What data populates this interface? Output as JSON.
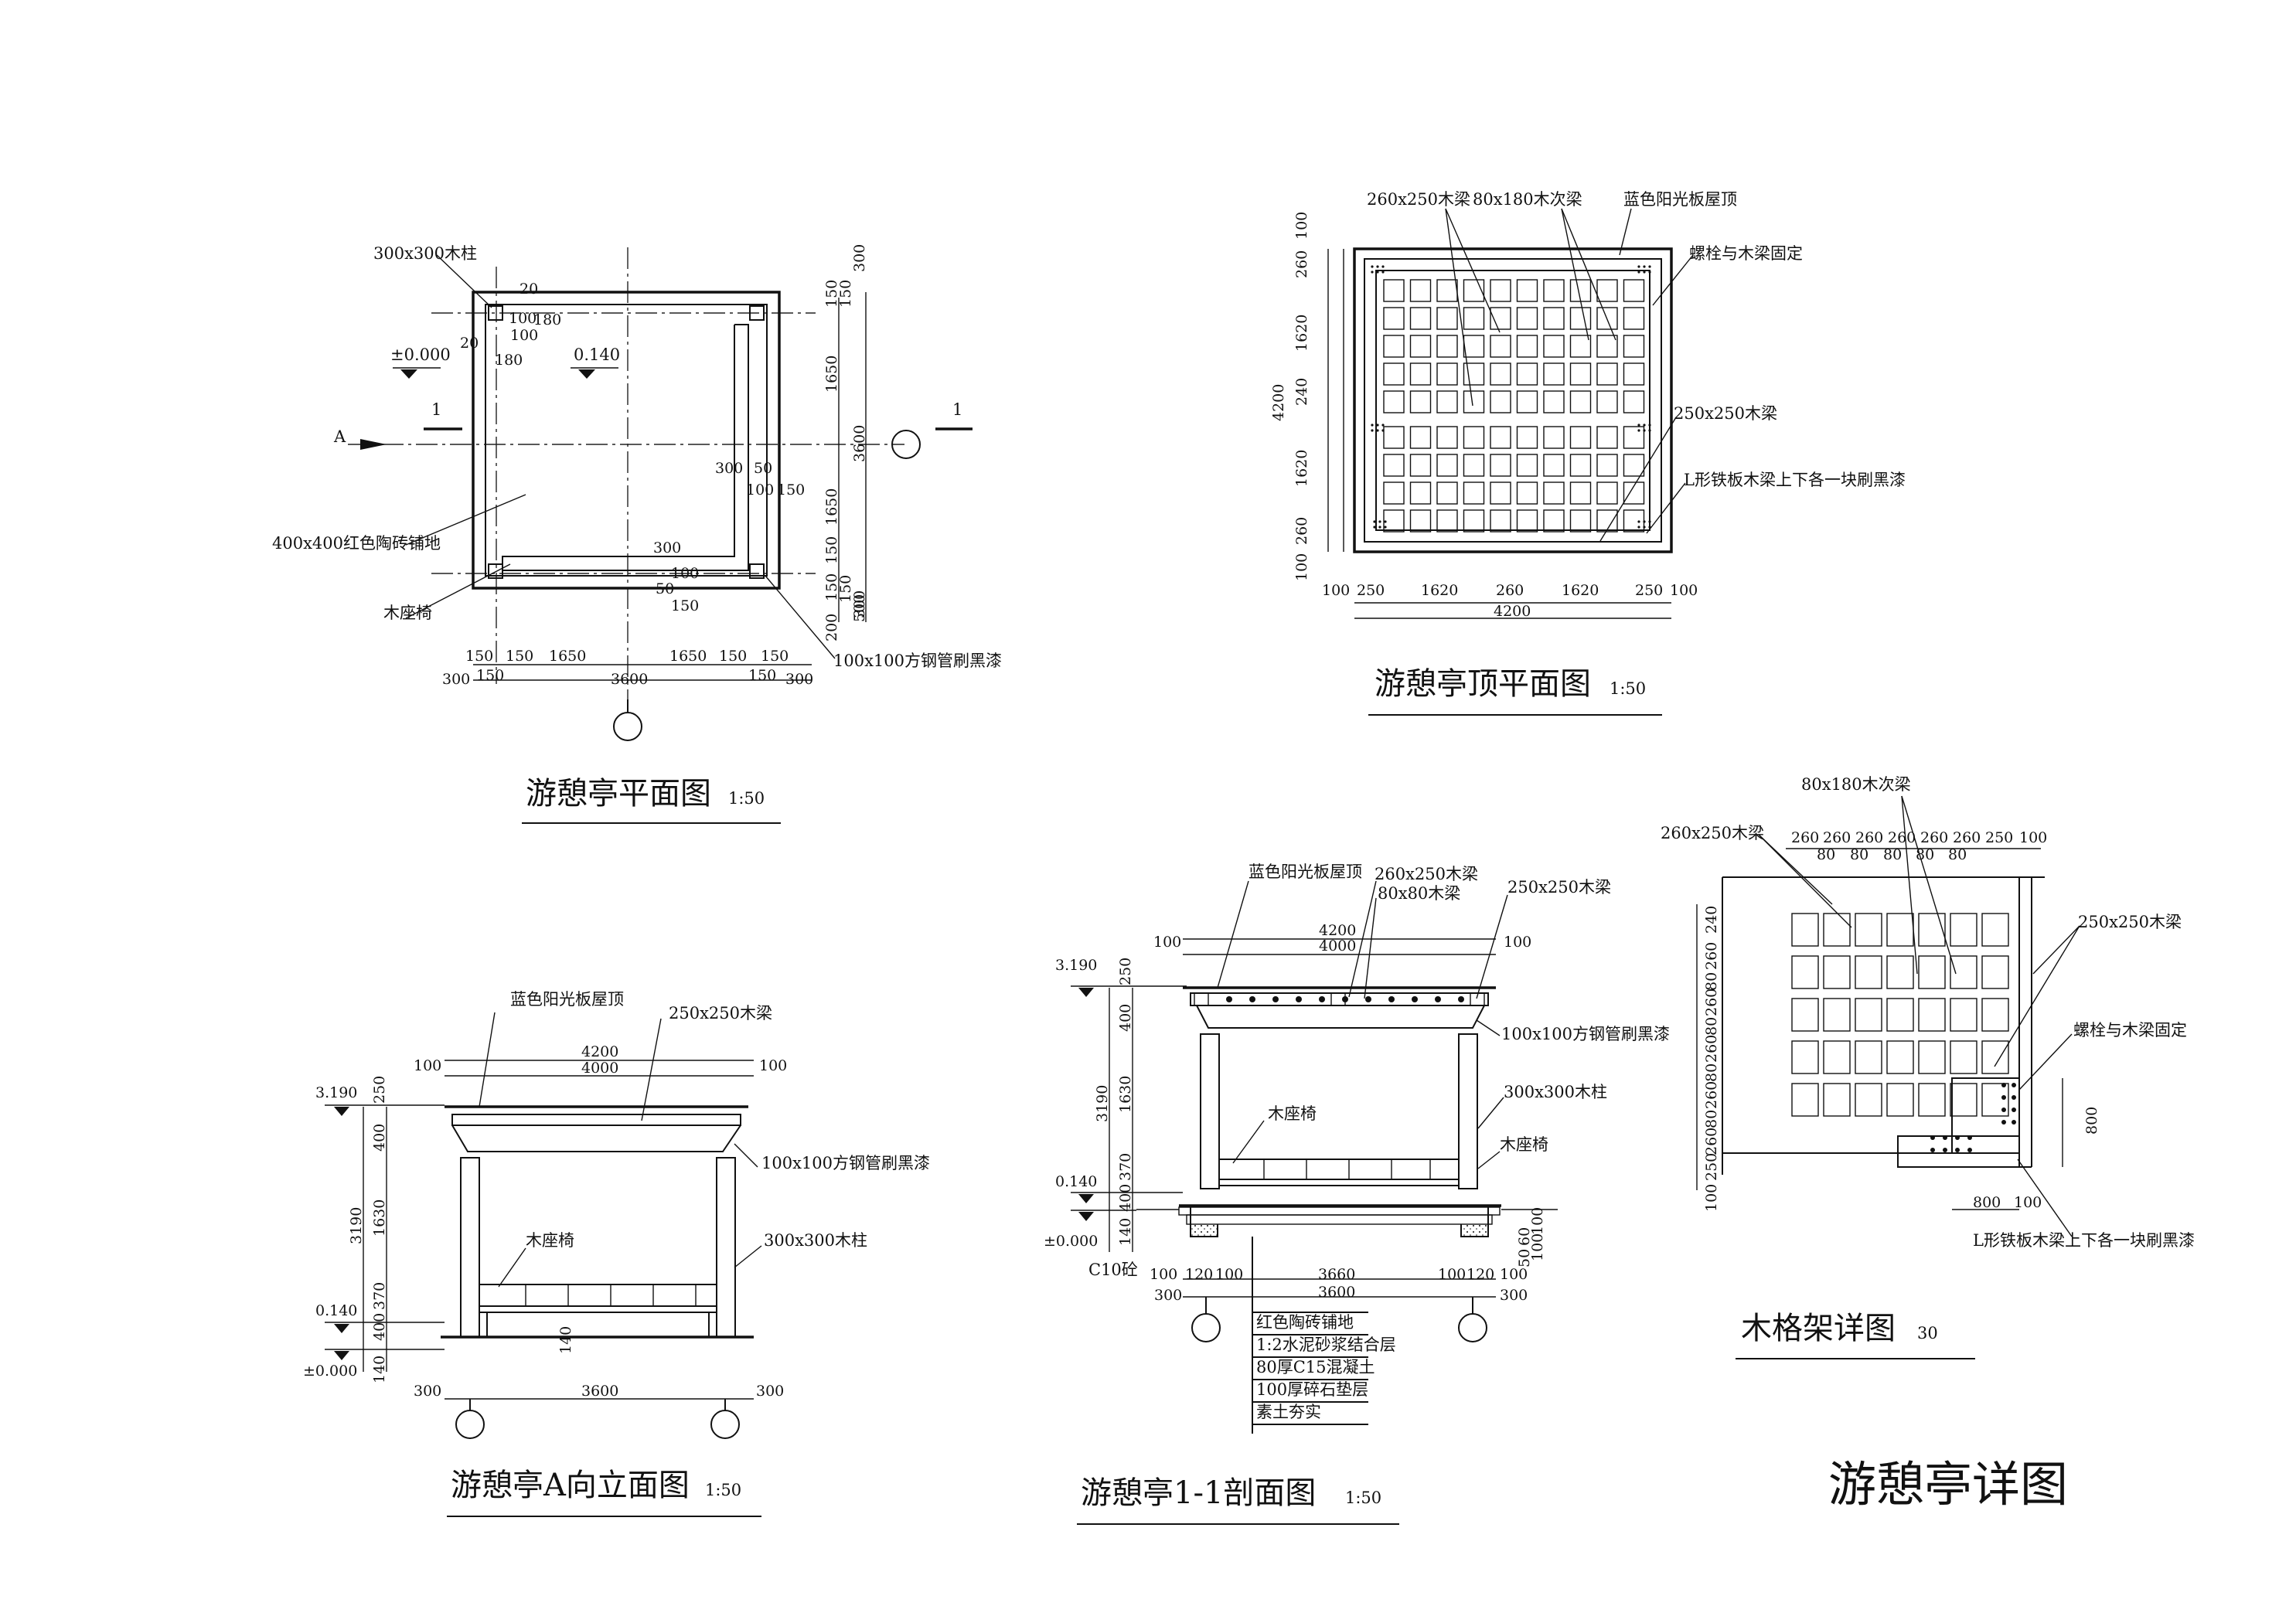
{
  "sheet_title": "游憩亭详图",
  "plan": {
    "title": "游憩亭平面图",
    "scale": "1:50",
    "labels": {
      "column": "300x300木柱",
      "level_0": "±0.000",
      "level_1": "0.140",
      "section_mark": "1",
      "view_mark": "A",
      "floor": "400x400红色陶砖铺地",
      "bench": "木座椅",
      "steel": "100x100方钢管刷黑漆"
    },
    "dims_top": [
      "300",
      "150",
      "150",
      "1650",
      "3600",
      "1650",
      "150",
      "150",
      "300"
    ],
    "dims_col": [
      "100",
      "20",
      "180",
      "100",
      "20",
      "180"
    ],
    "dims_bench": [
      "300",
      "50",
      "100",
      "150",
      "300",
      "100",
      "50",
      "150"
    ],
    "dims_bottom_row1": [
      "150",
      "150",
      "1650",
      "1650",
      "150",
      "150"
    ],
    "dims_bottom_row2": [
      "300",
      "150",
      "3600",
      "150",
      "300"
    ],
    "dims_right_lower": [
      "150",
      "500",
      "200"
    ]
  },
  "roof": {
    "title": "游憩亭顶平面图",
    "scale": "1:50",
    "labels": {
      "main_beam": "260x250木梁",
      "sub_beam": "80x180木次梁",
      "roof_panel": "蓝色阳光板屋顶",
      "bolt": "螺栓与木梁固定",
      "beam_250": "250x250木梁",
      "l_plate": "L形铁板木梁上下各一块刷黑漆"
    },
    "dims_left": [
      "100",
      "260",
      "1620",
      "4200",
      "240",
      "1620",
      "260",
      "100"
    ],
    "dims_bottom": [
      "100",
      "250",
      "1620",
      "260",
      "1620",
      "250",
      "100"
    ],
    "dims_total": "4200"
  },
  "elev": {
    "title": "游憩亭A向立面图",
    "scale": "1:50",
    "labels": {
      "roof_panel": "蓝色阳光板屋顶",
      "beam": "250x250木梁",
      "steel": "100x100方钢管刷黑漆",
      "bench": "木座椅",
      "column": "300x300木柱",
      "lv_top": "3.190",
      "lv_mid": "0.140",
      "lv_0": "±0.000"
    },
    "dims_top": [
      "100",
      "4200",
      "4000",
      "100"
    ],
    "dims_left": [
      "250",
      "400",
      "3190",
      "1630",
      "370",
      "400",
      "140"
    ],
    "dims_bottom": [
      "300",
      "3600",
      "300"
    ],
    "dim_step": "140"
  },
  "section": {
    "title": "游憩亭1-1剖面图",
    "scale": "1:50",
    "labels": {
      "roof_panel": "蓝色阳光板屋顶",
      "main_beam": "260x250木梁",
      "purlin": "80x80木梁",
      "beam_250": "250x250木梁",
      "steel": "100x100方钢管刷黑漆",
      "column": "300x300木柱",
      "bench": "木座椅",
      "bench2": "木座椅",
      "footing": "C10砼",
      "lv_top": "3.190",
      "lv_mid": "0.140",
      "lv_0": "±0.000"
    },
    "dims_top": [
      "100",
      "4200",
      "4000",
      "100"
    ],
    "dims_left": [
      "250",
      "400",
      "3190",
      "1630",
      "370",
      "400",
      "140"
    ],
    "dims_bottom_row1": [
      "100",
      "120",
      "100",
      "3660",
      "100",
      "120",
      "100"
    ],
    "dims_bottom_row2": [
      "300",
      "3600",
      "300"
    ],
    "dims_right": [
      "100",
      "60",
      "100",
      "50"
    ],
    "layers": [
      "红色陶砖铺地",
      "1:2水泥砂浆结合层",
      "80厚C15混凝土",
      "100厚碎石垫层",
      "素土夯实"
    ]
  },
  "grid": {
    "title": "木格架详图",
    "scale": "30",
    "labels": {
      "sub_beam": "80x180木次梁",
      "main_beam": "260x250木梁",
      "beam_250": "250x250木梁",
      "bolt": "螺栓与木梁固定",
      "l_plate": "L形铁板木梁上下各一块刷黑漆"
    },
    "dims_top": [
      "260",
      "260",
      "260",
      "260",
      "260",
      "260",
      "250",
      "100"
    ],
    "dims_top_sub": [
      "80",
      "80",
      "80",
      "80",
      "80"
    ],
    "dims_left": [
      "240",
      "260",
      "80",
      "260",
      "80",
      "260",
      "80",
      "260",
      "80",
      "260",
      "250",
      "100"
    ],
    "dim_800_v": "800",
    "dim_800_h": "800",
    "dim_100": "100"
  }
}
